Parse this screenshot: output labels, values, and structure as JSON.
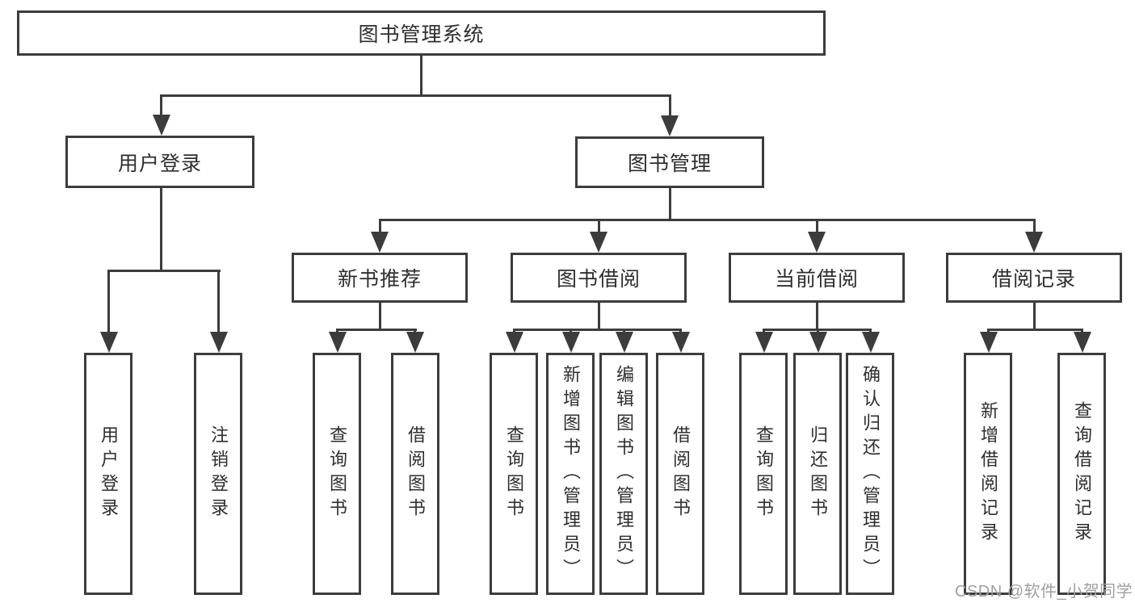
{
  "colors": {
    "line": "#3c3c3c",
    "text": "#2e2e2e",
    "watermark_gray": "#a0a0a0",
    "background": "#ffffff"
  },
  "nodes": {
    "root": {
      "label": "图书管理系统"
    },
    "level2": [
      {
        "label": "用户登录"
      },
      {
        "label": "图书管理"
      }
    ],
    "level3": [
      {
        "label": "新书推荐"
      },
      {
        "label": "图书借阅"
      },
      {
        "label": "当前借阅"
      },
      {
        "label": "借阅记录"
      }
    ],
    "leaves": [
      {
        "label": "用户登录"
      },
      {
        "label": "注销登录"
      },
      {
        "label": "查询图书"
      },
      {
        "label": "借阅图书"
      },
      {
        "label": "查询图书"
      },
      {
        "label": "新增图书（管理员）"
      },
      {
        "label": "编辑图书（管理员）"
      },
      {
        "label": "借阅图书"
      },
      {
        "label": "查询图书"
      },
      {
        "label": "归还图书"
      },
      {
        "label": "确认归还（管理员）"
      },
      {
        "label": "新增借阅记录"
      },
      {
        "label": "查询借阅记录"
      }
    ]
  },
  "watermark": {
    "text": "CSDN @软件_小贺同学"
  }
}
